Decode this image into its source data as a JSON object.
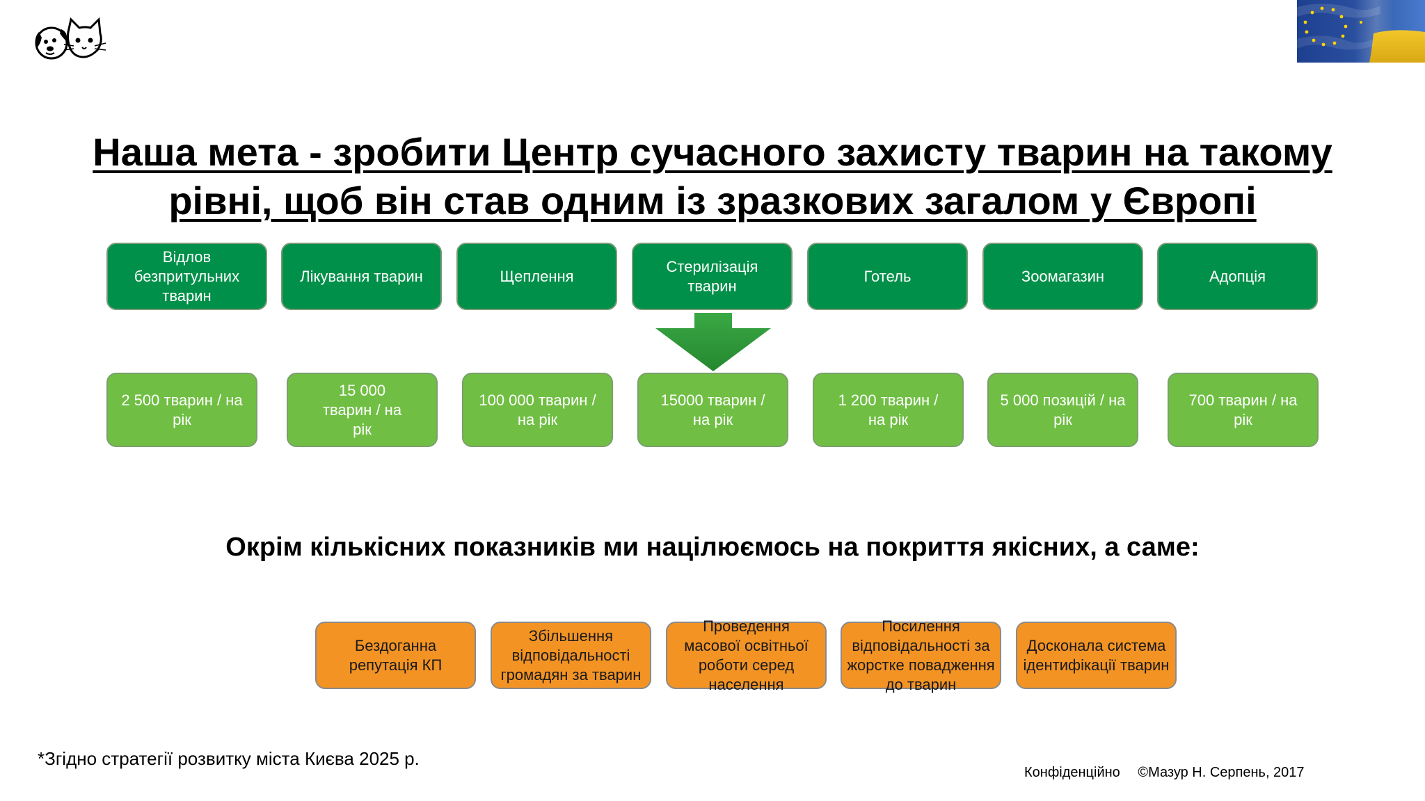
{
  "header": {
    "title_line1": "Наша мета - зробити Центр сучасного захисту тварин на такому",
    "title_line2": "рівні, щоб він став одним із зразкових загалом у Європі"
  },
  "services": [
    {
      "label": "Відлов безпритульних тварин"
    },
    {
      "label": "Лікування тварин"
    },
    {
      "label": "Щеплення"
    },
    {
      "label": "Стерилізація тварин"
    },
    {
      "label": "Готель"
    },
    {
      "label": "Зоомагазин"
    },
    {
      "label": "Адопція"
    }
  ],
  "targets": [
    {
      "label": "2 500 тварин / на рік"
    },
    {
      "label": "15 000 тварин / на рік"
    },
    {
      "label": "100 000 тварин / на рік"
    },
    {
      "label": "15000 тварин / на рік"
    },
    {
      "label": "1 200 тварин / на рік"
    },
    {
      "label": "5 000 позицій / на рік"
    },
    {
      "label": "700 тварин / на рік"
    }
  ],
  "subtitle": "Окрім кількісних показників ми націлюємось на покриття якісних, а саме:",
  "qualitative": [
    {
      "label": "Бездоганна репутація КП"
    },
    {
      "label": "Збільшення відповідальності громадян за тварин"
    },
    {
      "label": "Проведення масової освітньої роботи серед населення"
    },
    {
      "label": "Посилення відповідальності за жорстке повадження до тварин"
    },
    {
      "label": "Досконала система ідентифікації тварин"
    }
  ],
  "footer": {
    "footnote": "*Згідно стратегії розвитку міста Києва 2025 р.",
    "confidential": "Конфіденційно",
    "copyright": "©Мазур Н. Серпень, 2017"
  },
  "colors": {
    "service_box": "#009049",
    "target_box": "#70bf44",
    "quality_box": "#f39324",
    "arrow": "#2e9a3a"
  },
  "icons": {
    "logo": "dog-cat-logo-icon",
    "flag": "eu-ukraine-flag-icon",
    "arrow": "down-arrow-icon"
  }
}
